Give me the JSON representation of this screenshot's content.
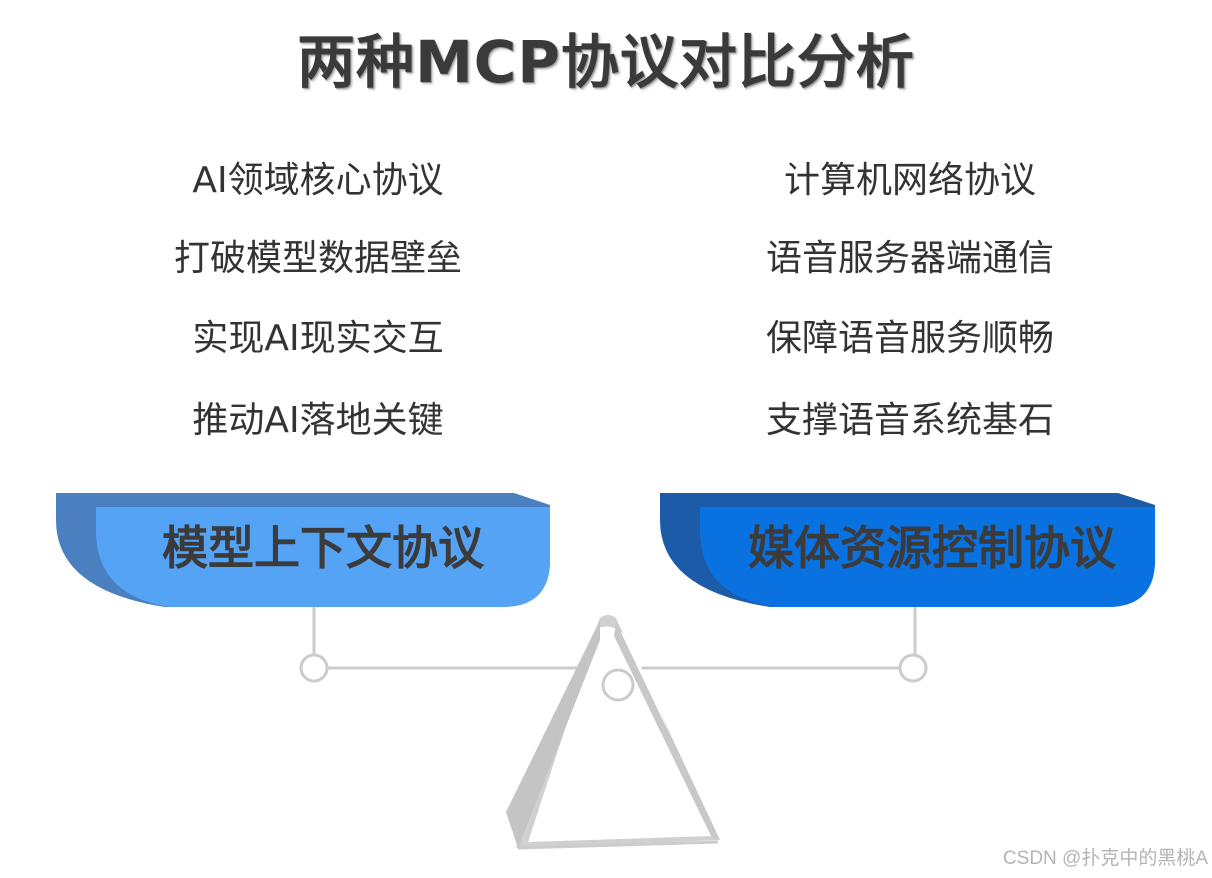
{
  "title": "两种MCP协议对比分析",
  "left": {
    "name": "模型上下文协议",
    "color_top": "#55a3f5",
    "color_side": "#4a7fc0",
    "points": [
      "AI领域核心协议",
      "打破模型数据壁垒",
      "实现AI现实交互",
      "推动AI落地关键"
    ]
  },
  "right": {
    "name": "媒体资源控制协议",
    "color_top": "#0a72e0",
    "color_side": "#1c5ba8",
    "points": [
      "计算机网络协议",
      "语音服务器端通信",
      "保障语音服务顺畅",
      "支撑语音系统基石"
    ]
  },
  "balance_color": "#cccccc",
  "watermark": "CSDN @扑克中的黑桃A"
}
